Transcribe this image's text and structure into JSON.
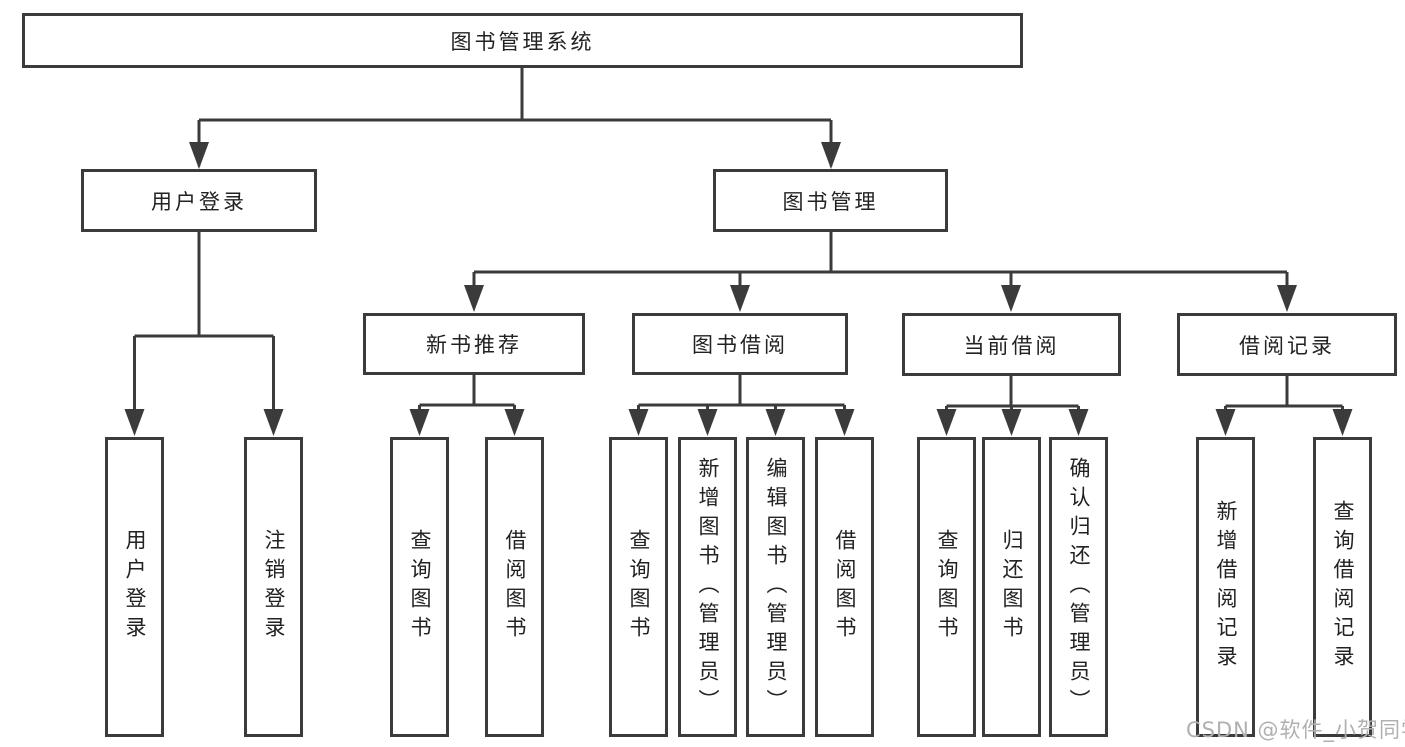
{
  "diagram_title": "图书管理系统",
  "nodes": {
    "root": "图书管理系统",
    "user_login": "用户登录",
    "book_mgmt": "图书管理",
    "new_books": "新书推荐",
    "borrowing": "图书借阅",
    "current_borrow": "当前借阅",
    "borrow_records": "借阅记录",
    "leaf_user_login": "用户登录",
    "leaf_logout": "注销登录",
    "leaf_nb_query": "查询图书",
    "leaf_nb_borrow": "借阅图书",
    "leaf_bw_query": "查询图书",
    "leaf_bw_add": "新增图书（管理员）",
    "leaf_bw_edit": "编辑图书（管理员）",
    "leaf_bw_borrow": "借阅图书",
    "leaf_cu_query": "查询图书",
    "leaf_cu_return": "归还图书",
    "leaf_cu_confirm": "确认归还（管理员）",
    "leaf_rc_add": "新增借阅记录",
    "leaf_rc_query": "查询借阅记录"
  },
  "watermark": "CSDN @软件_小贺同学",
  "colors": {
    "line": "#3b3b3b",
    "text": "#222222",
    "watermark": "#b0b0b0",
    "background": "#ffffff"
  }
}
